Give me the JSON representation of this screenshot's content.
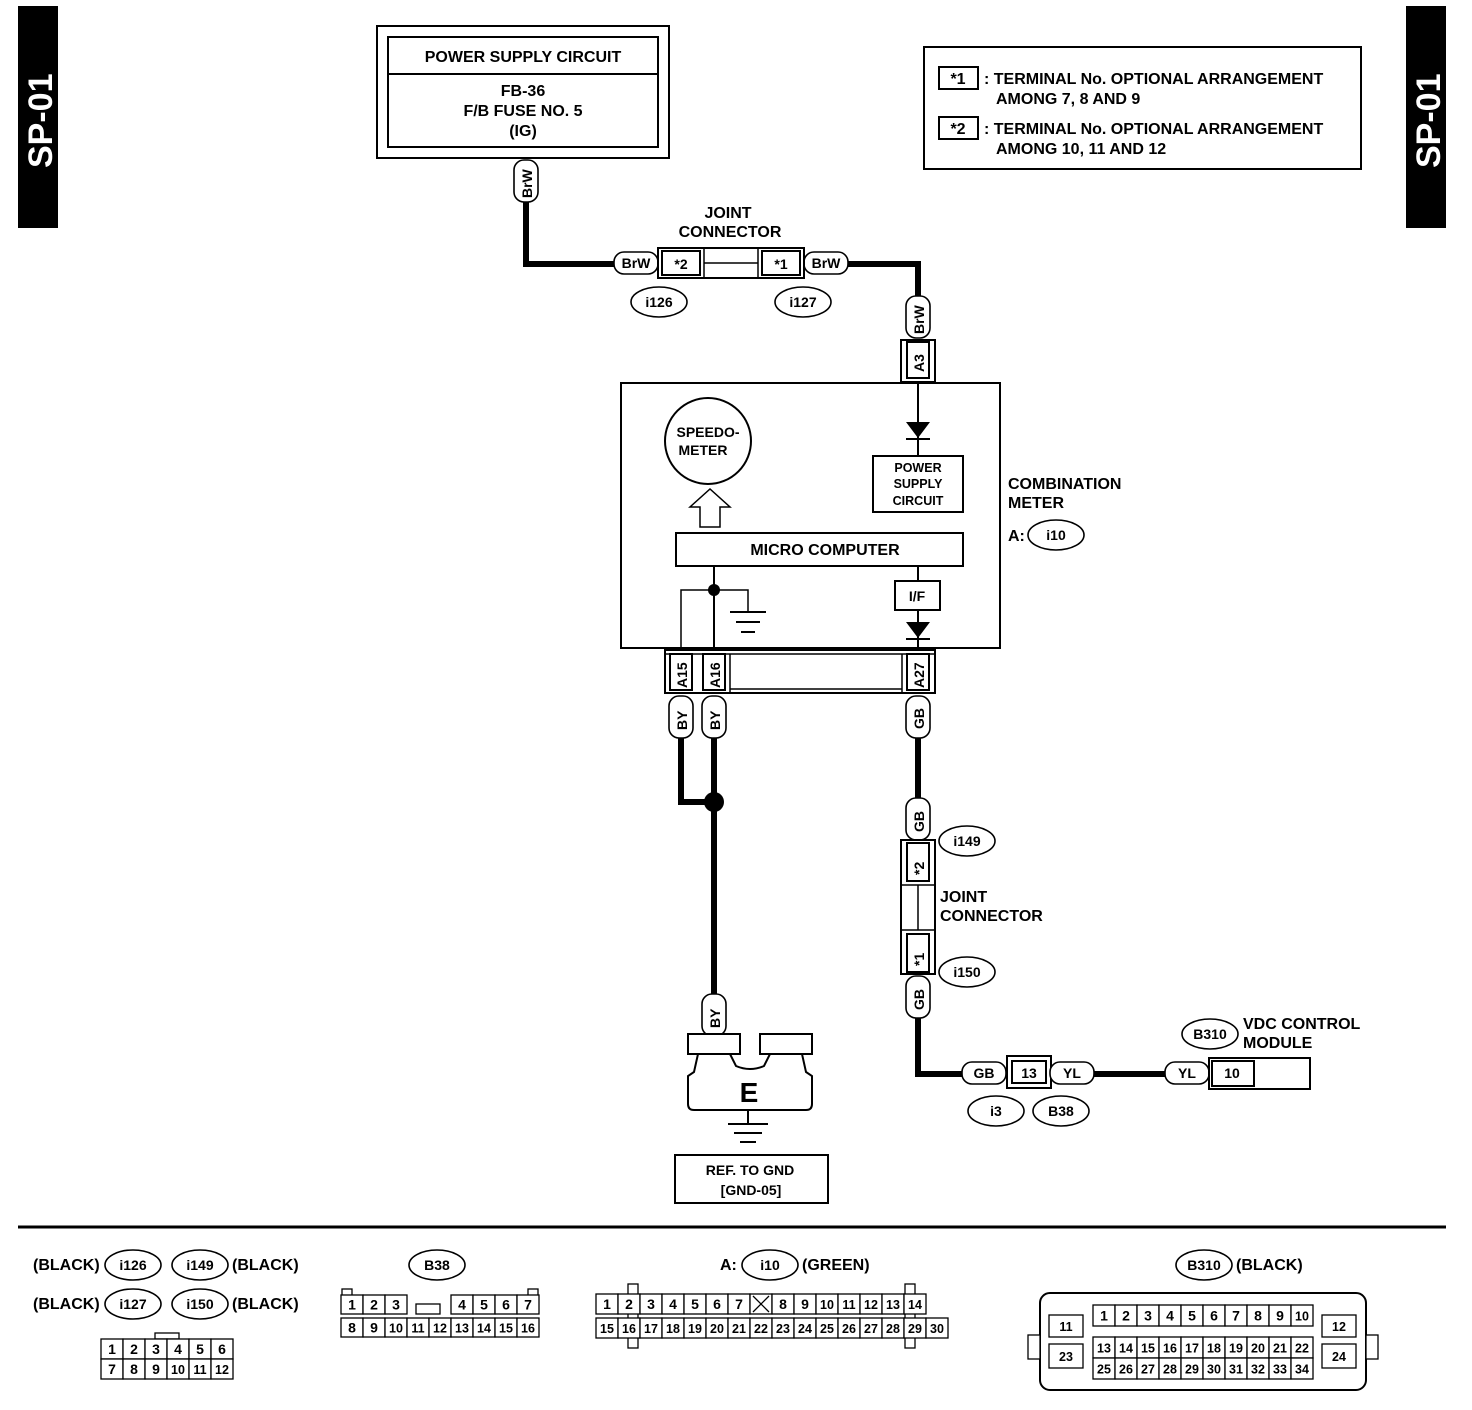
{
  "page_code": "SP-01",
  "legend": {
    "star1_marker": "*1",
    "star1_line1": ": TERMINAL No. OPTIONAL ARRANGEMENT",
    "star1_line2": "AMONG 7, 8 AND 9",
    "star2_marker": "*2",
    "star2_line1": ": TERMINAL No. OPTIONAL ARRANGEMENT",
    "star2_line2": "AMONG 10, 11 AND 12"
  },
  "power_supply": {
    "title": "POWER SUPPLY CIRCUIT",
    "line1": "FB-36",
    "line2": "F/B FUSE NO. 5",
    "line3": "(IG)"
  },
  "joint_top": {
    "label1": "JOINT",
    "label2": "CONNECTOR",
    "left_term": "*2",
    "right_term": "*1",
    "left_conn": "i126",
    "right_conn": "i127"
  },
  "combination_meter": {
    "label1": "COMBINATION",
    "label2": "METER",
    "conn_prefix": "A:",
    "conn": "i10",
    "speedo1": "SPEEDO-",
    "speedo2": "METER",
    "psc1": "POWER",
    "psc2": "SUPPLY",
    "psc3": "CIRCUIT",
    "micro": "MICRO COMPUTER",
    "if": "I/F",
    "pin_a3": "A3",
    "pin_a15": "A15",
    "pin_a16": "A16",
    "pin_a27": "A27"
  },
  "wires": {
    "brw": "BrW",
    "by": "BY",
    "gb": "GB",
    "yl": "YL"
  },
  "joint_side": {
    "label1": "JOINT",
    "label2": "CONNECTOR",
    "top_term": "*2",
    "bottom_term": "*1",
    "top_conn": "i149",
    "bottom_conn": "i150"
  },
  "ground": {
    "symbol": "E",
    "ref1": "REF. TO GND",
    "ref2": "[GND-05]"
  },
  "vdc": {
    "label1": "VDC CONTROL",
    "label2": "MODULE",
    "conn": "B310",
    "pin": "10",
    "mid_pin": "13",
    "conn_i3": "i3",
    "conn_b38": "B38"
  },
  "connector_views": {
    "black": "(BLACK)",
    "green": "(GREEN)",
    "i126": "i126",
    "i127": "i127",
    "i149": "i149",
    "i150": "i150",
    "b38": "B38",
    "a_prefix": "A:",
    "i10": "i10",
    "b310": "B310",
    "small_row1": [
      "1",
      "2",
      "3",
      "4",
      "5",
      "6"
    ],
    "small_row2": [
      "7",
      "8",
      "9",
      "10",
      "11",
      "12"
    ],
    "b38_row1": [
      "1",
      "2",
      "3",
      "4",
      "5",
      "6",
      "7"
    ],
    "b38_row2": [
      "8",
      "9",
      "10",
      "11",
      "12",
      "13",
      "14",
      "15",
      "16"
    ],
    "i10_row1": [
      "1",
      "2",
      "3",
      "4",
      "5",
      "6",
      "7",
      "",
      "8",
      "9",
      "10",
      "11",
      "12",
      "13",
      "14"
    ],
    "i10_row2": [
      "15",
      "16",
      "17",
      "18",
      "19",
      "20",
      "21",
      "22",
      "23",
      "24",
      "25",
      "26",
      "27",
      "28",
      "29",
      "30"
    ],
    "b310_row1": [
      "1",
      "2",
      "3",
      "4",
      "5",
      "6",
      "7",
      "8",
      "9",
      "10"
    ],
    "b310_row2": [
      "13",
      "14",
      "15",
      "16",
      "17",
      "18",
      "19",
      "20",
      "21",
      "22"
    ],
    "b310_row3": [
      "25",
      "26",
      "27",
      "28",
      "29",
      "30",
      "31",
      "32",
      "33",
      "34"
    ],
    "b310_side": [
      "11",
      "23",
      "12",
      "24"
    ]
  }
}
